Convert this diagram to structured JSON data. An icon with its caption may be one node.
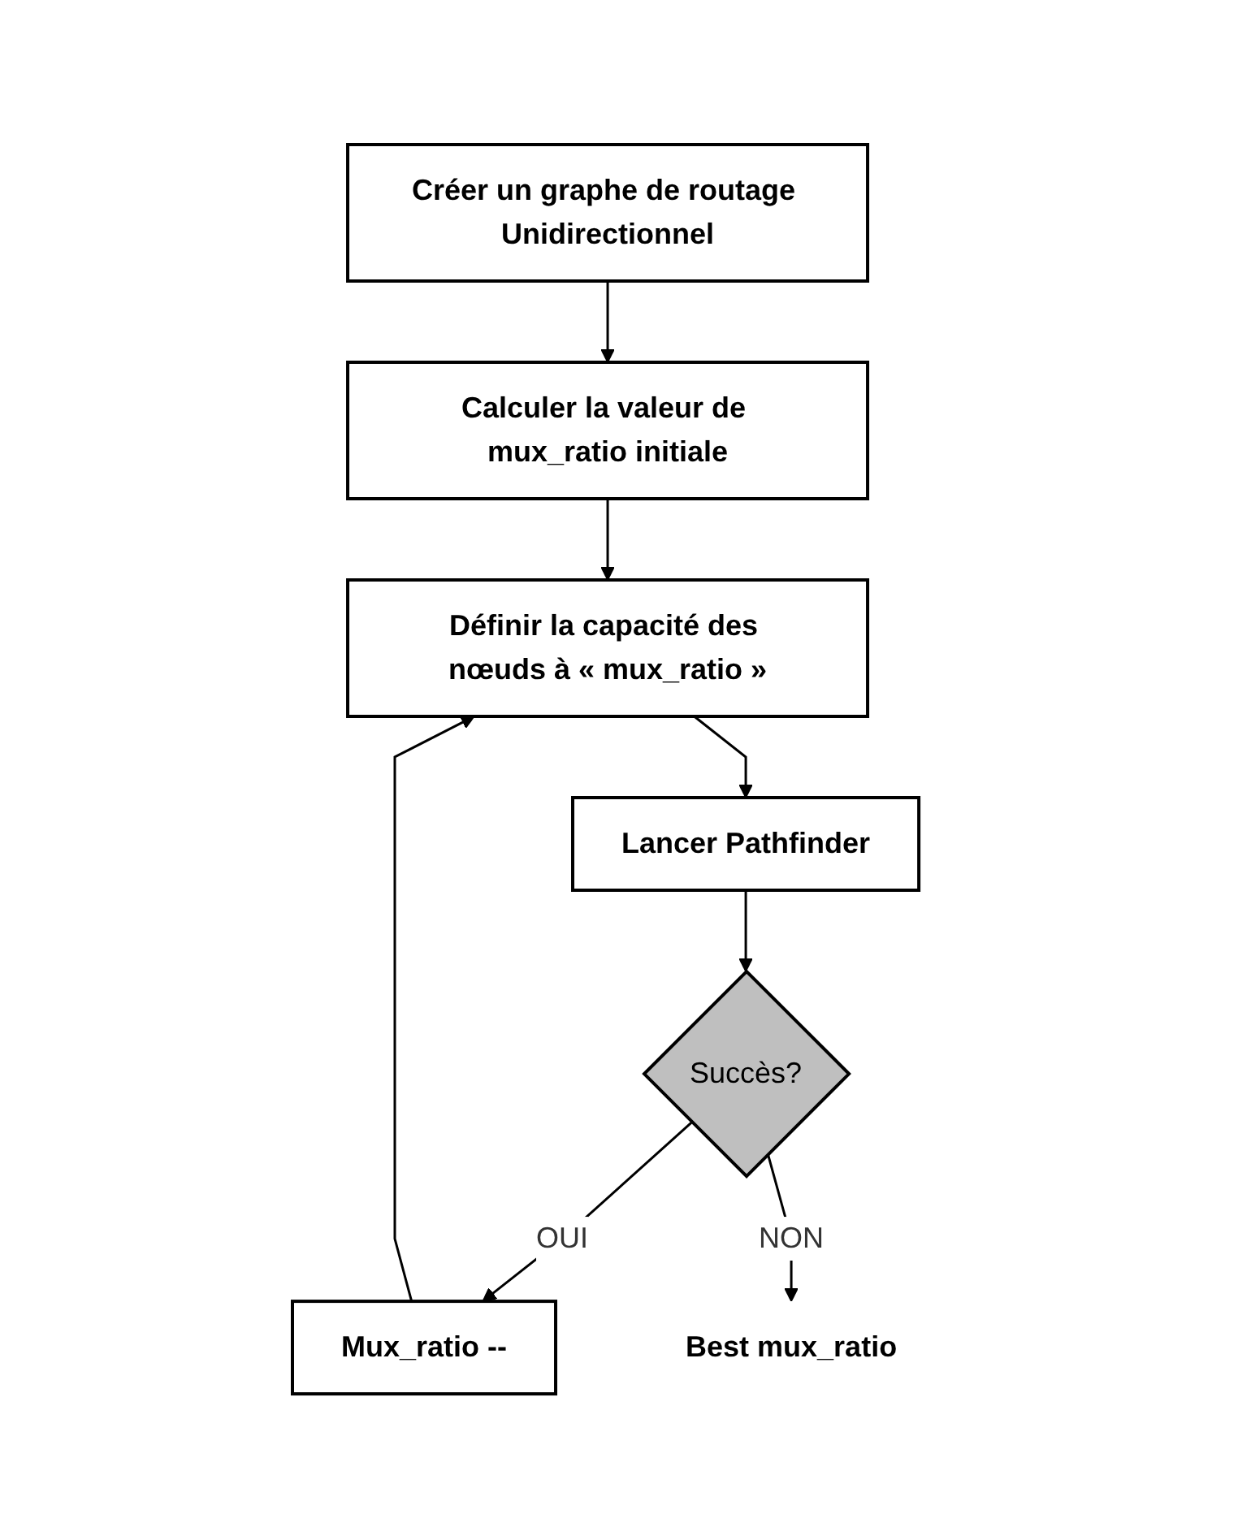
{
  "diagram": {
    "nodes": [
      {
        "text": [
          "Créer un graphe de routage Unidirectionnel"
        ]
      },
      {
        "text": [
          "Calculer la valeur de mux_ratio initiale"
        ]
      },
      {
        "text": [
          "Définir la capacité des nœuds à « mux_ratio »"
        ]
      },
      {
        "text": [
          "Lancer Pathfinder"
        ]
      },
      {
        "text": [
          "Succès?"
        ]
      },
      {
        "text": [
          "Mux_ratio --"
        ]
      },
      {
        "text": [
          "Best mux_ratio"
        ]
      }
    ],
    "edges": [
      {
        "from": 0,
        "to": 1,
        "arrow": "to"
      },
      {
        "from": 1,
        "to": 2,
        "arrow": "to"
      },
      {
        "from": 2,
        "to": 3,
        "arrow": "to"
      },
      {
        "from": 3,
        "to": 4,
        "arrow": "to"
      },
      {
        "from": 4,
        "to": 5,
        "arrow": "to",
        "label": "OUI"
      },
      {
        "from": 5,
        "to": 2,
        "arrow": "to"
      },
      {
        "from": 4,
        "to": 6,
        "arrow": "to",
        "label": "NON"
      }
    ]
  }
}
